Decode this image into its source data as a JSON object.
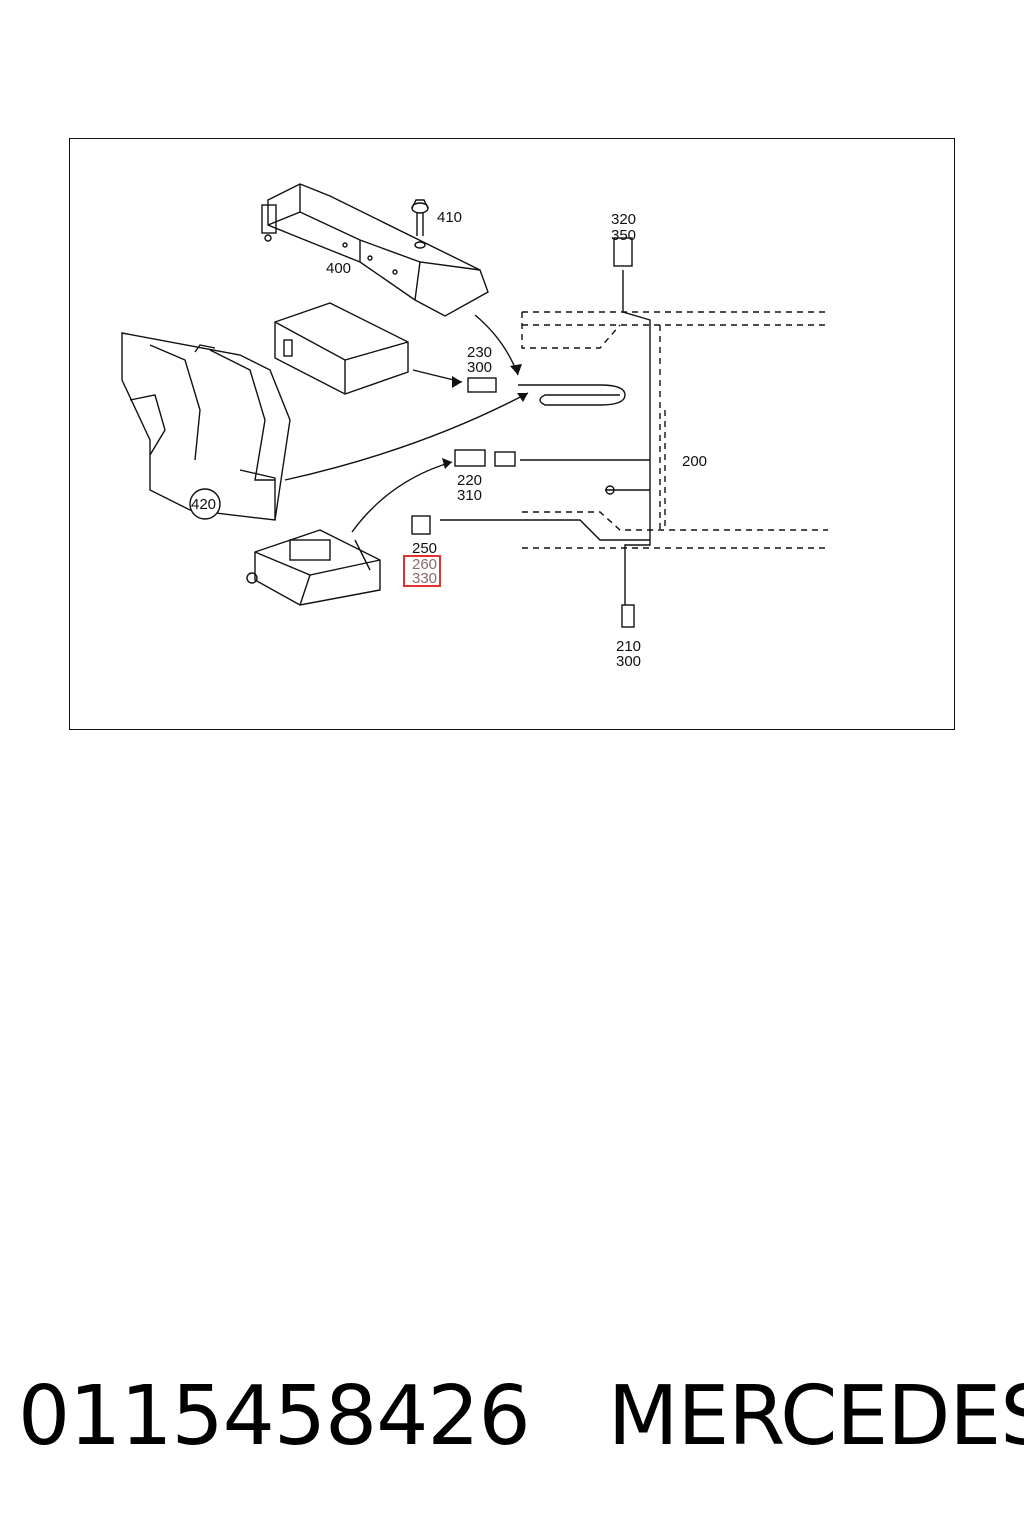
{
  "callouts": {
    "c410": "410",
    "c400": "400",
    "c320": "320",
    "c350": "350",
    "c230": "230",
    "c300a": "300",
    "c200": "200",
    "c220": "220",
    "c310": "310",
    "c420": "420",
    "c250": "250",
    "c260": "260",
    "c330": "330",
    "c210": "210",
    "c300b": "300"
  },
  "highlight_color": "#e03030",
  "footer": {
    "part_number": "0115458426",
    "brand": "MERCEDES"
  }
}
